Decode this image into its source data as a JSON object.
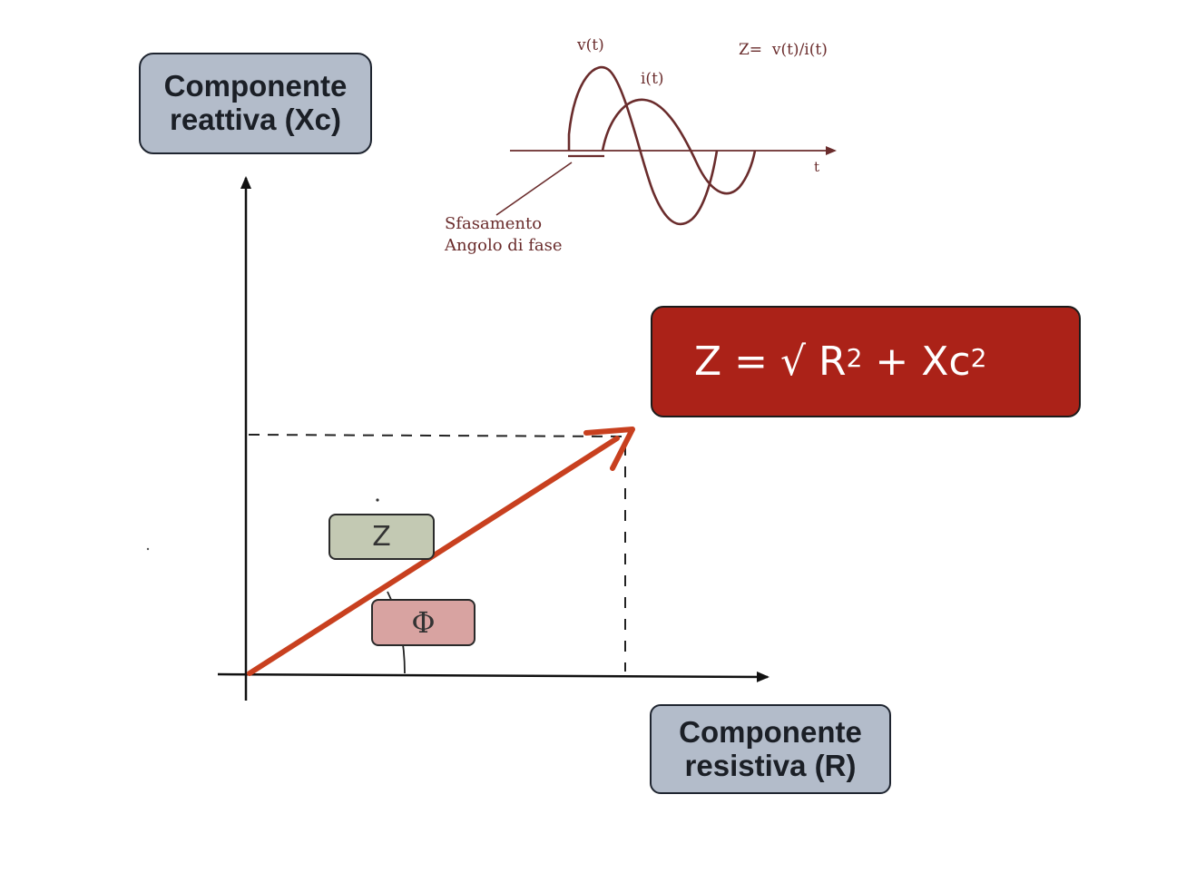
{
  "axes": {
    "y_label_line1": "Componente",
    "y_label_line2": "reattiva (Xc)",
    "x_label_line1": "Componente",
    "x_label_line2": "resistiva (R)"
  },
  "formula": {
    "lhs": "Z = √ R",
    "sup1": "2",
    "mid": " + Xc",
    "sup2": "2"
  },
  "vector": {
    "z_label": "Z",
    "phi_label": "Φ"
  },
  "waveform": {
    "v_label": "v(t)",
    "i_label": "i(t)",
    "impedance_formula": "Z=  v(t)/i(t)",
    "time_label": "t",
    "phase_line1": "Sfasamento",
    "phase_line2": "Angolo di fase"
  },
  "colors": {
    "vector": "#c8401f",
    "formula_bg": "#ab2218",
    "axis_label_bg": "#b3bcca",
    "z_box_bg": "#c3c9b3",
    "phi_box_bg": "#d8a3a1",
    "wave": "#6a2c2c"
  }
}
